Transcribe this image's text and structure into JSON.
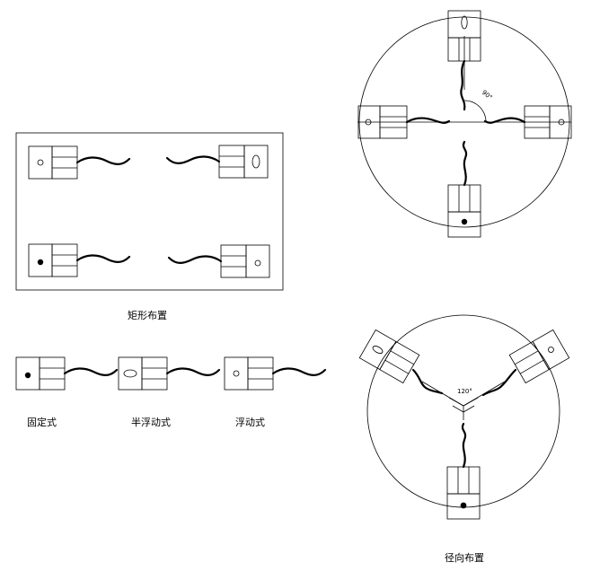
{
  "captions": {
    "rectangular": "矩形布置",
    "fixed": "固定式",
    "semi_floating": "半浮动式",
    "floating": "浮动式",
    "radial": "径向布置"
  },
  "angles": {
    "radial_4": "90°",
    "radial_3": "120°"
  },
  "colors": {
    "line": "#000000",
    "background": "#ffffff"
  }
}
